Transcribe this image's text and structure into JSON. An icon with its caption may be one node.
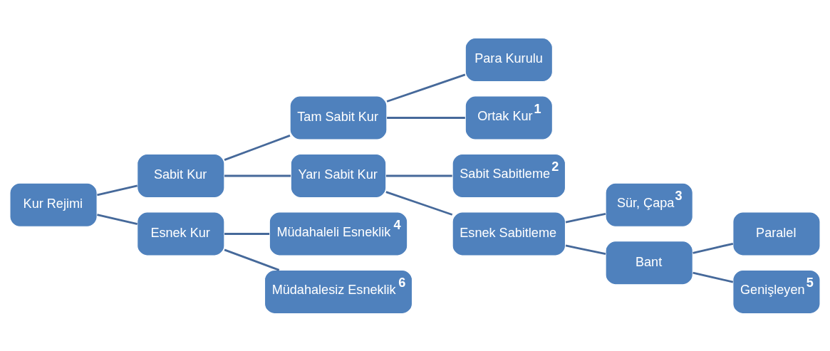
{
  "diagram": {
    "nodes": [
      {
        "text": [
          "Kur Rejimi"
        ]
      },
      {
        "text": [
          "Sabit Kur"
        ]
      },
      {
        "text": [
          "Esnek Kur"
        ]
      },
      {
        "text": [
          "Tam Sabit Kur"
        ]
      },
      {
        "text": [
          "Yarı Sabit Kur"
        ]
      },
      {
        "text": [
          "Müdahaleli Esneklik$^{4}$"
        ]
      },
      {
        "text": [
          "Müdahalesiz Esneklik$^{6}$"
        ]
      },
      {
        "text": [
          "Para Kurulu"
        ]
      },
      {
        "text": [
          "Ortak Kur$^{1}$"
        ]
      },
      {
        "text": [
          "Sabit Sabitleme$^{2}$"
        ]
      },
      {
        "text": [
          "Esnek Sabitleme"
        ]
      },
      {
        "text": [
          "Sür, Çapa$^{3}$"
        ]
      },
      {
        "text": [
          "Bant"
        ]
      },
      {
        "text": [
          "Paralel"
        ]
      },
      {
        "text": [
          "Genişleyen$^{5}$"
        ]
      }
    ],
    "edges": [
      {
        "from": 0,
        "to": 1,
        "arrow": "none"
      },
      {
        "from": 0,
        "to": 2,
        "arrow": "none"
      },
      {
        "from": 1,
        "to": 3,
        "arrow": "none"
      },
      {
        "from": 1,
        "to": 4,
        "arrow": "none"
      },
      {
        "from": 2,
        "to": 5,
        "arrow": "none"
      },
      {
        "from": 2,
        "to": 6,
        "arrow": "none"
      },
      {
        "from": 3,
        "to": 7,
        "arrow": "none"
      },
      {
        "from": 3,
        "to": 8,
        "arrow": "none"
      },
      {
        "from": 4,
        "to": 9,
        "arrow": "none"
      },
      {
        "from": 4,
        "to": 10,
        "arrow": "none"
      },
      {
        "from": 10,
        "to": 11,
        "arrow": "none"
      },
      {
        "from": 10,
        "to": 12,
        "arrow": "none"
      },
      {
        "from": 12,
        "to": 13,
        "arrow": "none"
      },
      {
        "from": 12,
        "to": 14,
        "arrow": "none"
      }
    ]
  }
}
